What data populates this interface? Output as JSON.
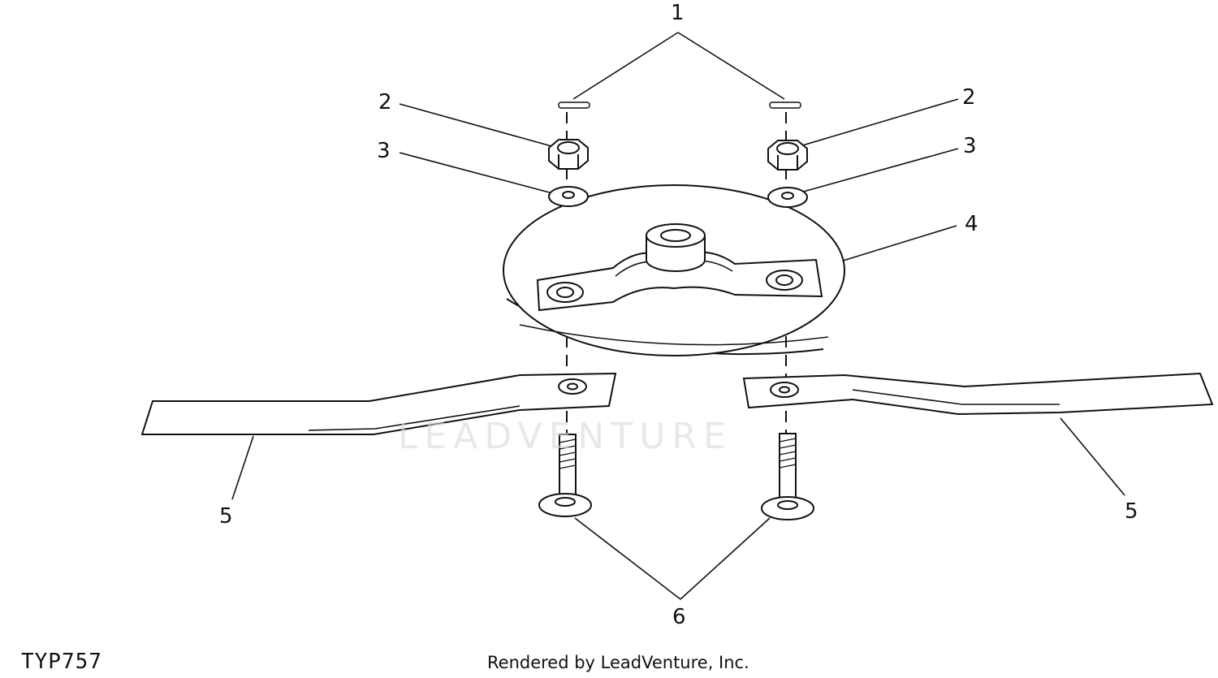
{
  "callouts": [
    "1",
    "2",
    "2",
    "3",
    "3",
    "4",
    "5",
    "5",
    "6"
  ],
  "figure_code": "TYP757",
  "credit": "Rendered by LeadVenture, Inc.",
  "watermark": "LEADVENTURE",
  "colors": {
    "ink": "#111111",
    "background": "#ffffff",
    "watermark": "#d9d9d9"
  }
}
